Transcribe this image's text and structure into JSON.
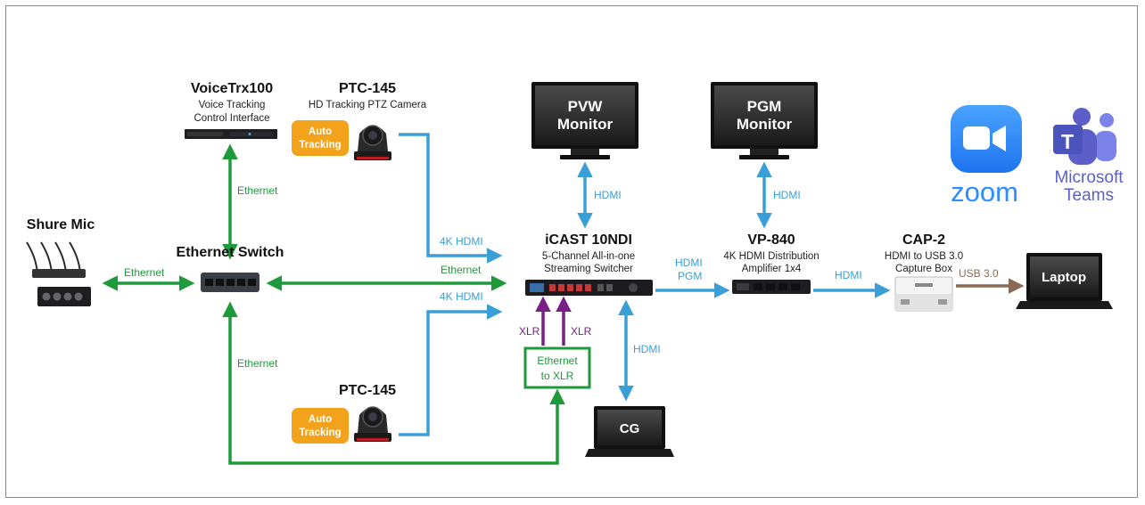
{
  "colors": {
    "blue": "#3a9fd6",
    "green": "#1f9a3a",
    "purple": "#7a1f86",
    "brown": "#8a6a55",
    "orange": "#f3a21b",
    "zoom_blue": "#2d8cff",
    "teams_purple": "#5b5fc7"
  },
  "devices": {
    "voicetrx": {
      "title": "VoiceTrx100",
      "sub1": "Voice Tracking",
      "sub2": "Control Interface"
    },
    "ptc_top": {
      "title": "PTC-145",
      "sub1": "HD Tracking PTZ Camera",
      "badge1": "Auto",
      "badge2": "Tracking"
    },
    "ptc_bottom": {
      "title": "PTC-145",
      "badge1": "Auto",
      "badge2": "Tracking"
    },
    "shure": {
      "title": "Shure Mic"
    },
    "switch": {
      "title": "Ethernet Switch"
    },
    "icast": {
      "title": "iCAST 10NDI",
      "sub1": "5-Channel All-in-one",
      "sub2": "Streaming Switcher"
    },
    "vp840": {
      "title": "VP-840",
      "sub1": "4K HDMI Distribution",
      "sub2": "Amplifier 1x4"
    },
    "cap2": {
      "title": "CAP-2",
      "sub1": "HDMI to USB 3.0",
      "sub2": "Capture Box"
    },
    "pvw": {
      "line1": "PVW",
      "line2": "Monitor"
    },
    "pgm": {
      "line1": "PGM",
      "line2": "Monitor"
    },
    "laptop": {
      "label": "Laptop"
    },
    "cg": {
      "label": "CG"
    },
    "eth_xlr": {
      "line1": "Ethernet",
      "line2": "to XLR"
    }
  },
  "logos": {
    "zoom": {
      "word": "zoom",
      "icon": "zoom-camera-icon"
    },
    "teams": {
      "word1": "Microsoft",
      "word2": "Teams",
      "icon": "teams-icon"
    }
  },
  "connections": {
    "eth_voicetrx": "Ethernet",
    "eth_shure": "Ethernet",
    "eth_icast": "Ethernet",
    "eth_bottom": "Ethernet",
    "hdmi4k_top": "4K HDMI",
    "hdmi4k_bottom": "4K HDMI",
    "hdmi_pvw": "HDMI",
    "hdmi_pgm": "HDMI",
    "hdmi_pgm_out1": "HDMI",
    "hdmi_pgm_out2": "PGM",
    "hdmi_cap": "HDMI",
    "hdmi_cg": "HDMI",
    "usb": "USB 3.0",
    "xlr_left": "XLR",
    "xlr_right": "XLR"
  }
}
